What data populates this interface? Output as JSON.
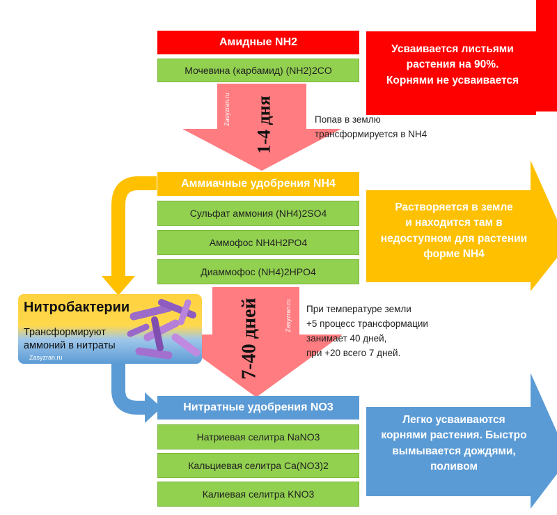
{
  "sections": {
    "amide": {
      "header": "Амидные NH2",
      "items": [
        "Мочевина (карбамид) (NH2)2CO"
      ],
      "side": [
        "Усваивается листьями",
        "растения на 90%.",
        "Корнями не усваивается"
      ],
      "color": "#ff0000"
    },
    "ammonium": {
      "header": "Аммиачные удобрения NH4",
      "items": [
        "Сульфат аммония (NH4)2SO4",
        "Аммофос NH4H2PO4",
        "Диаммофос (NH4)2HPO4"
      ],
      "side": [
        "Растворяется в земле",
        "и находится там в",
        "недоступном для растении",
        "форме NH4"
      ],
      "color": "#ffc000"
    },
    "nitrate": {
      "header": "Нитратные удобрения NO3",
      "items": [
        "Натриевая селитра NaNO3",
        "Кальциевая селитра Ca(NO3)2",
        "Калиевая селитра KNO3"
      ],
      "side": [
        "Легко усваиваются",
        "корнями растения. Быстро",
        "вымывается дождями,",
        "поливом"
      ],
      "color": "#5b9bd5"
    }
  },
  "transitions": {
    "first": {
      "label": "1-4 дня",
      "note": [
        "Попав в землю",
        "трансформируется в NH4"
      ]
    },
    "second": {
      "label": "7-40 дней",
      "note": [
        "При температуре земли",
        "+5 процесс трансформации",
        "занимает 40 дней,",
        "при +20 всего  7 дней."
      ]
    },
    "watermark": "Zasyzran.ru"
  },
  "nitrobacteria": {
    "title": "Нитробактерии",
    "text": [
      "Трансформируют",
      "аммоний в нитраты"
    ],
    "watermark": "Zasyzran.ru"
  },
  "colors": {
    "green": "#92d050",
    "pink_arrow": "#ff7c80",
    "orange": "#ffc000",
    "blue": "#5b9bd5",
    "red": "#ff0000"
  }
}
